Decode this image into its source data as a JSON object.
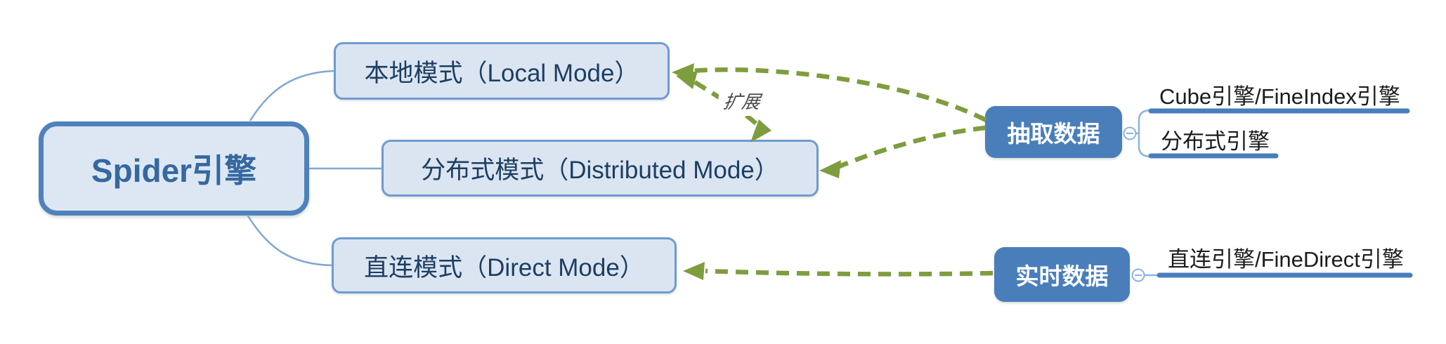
{
  "root": {
    "label": "Spider引擎"
  },
  "modes": [
    {
      "label": "本地模式（Local Mode）"
    },
    {
      "label": "分布式模式（Distributed Mode）"
    },
    {
      "label": "直连模式（Direct Mode）"
    }
  ],
  "data_nodes": [
    {
      "label": "抽取数据",
      "children": [
        {
          "label": "Cube引擎/FineIndex引擎"
        },
        {
          "label": "分布式引擎"
        }
      ]
    },
    {
      "label": "实时数据",
      "children": [
        {
          "label": "直连引擎/FineDirect引擎"
        }
      ]
    }
  ],
  "relation_label": "扩展",
  "colors": {
    "mode_fill": "#dbe5f1",
    "mode_border": "#6f9bd1",
    "root_border": "#4f81bd",
    "root_text": "#35689f",
    "mode_text": "#1c3e63",
    "data_node_fill": "#4a7ebb",
    "underline_blue": "#4a7ebb",
    "connector_blue": "#7fa7d4",
    "toggle_blue": "#8db3df",
    "arrow_olive": "#7e9d3f",
    "child_text": "#1c1c1c"
  }
}
